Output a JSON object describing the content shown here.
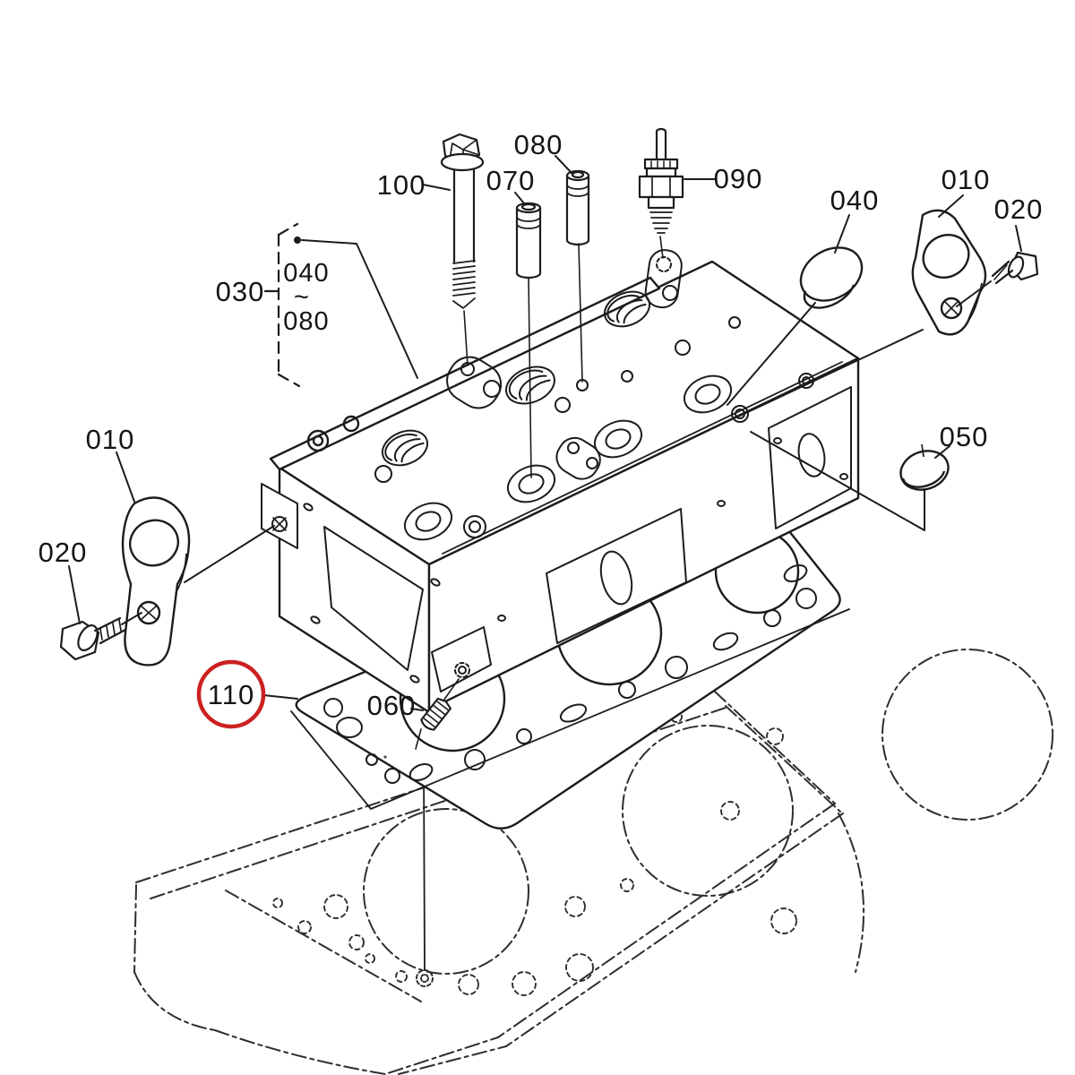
{
  "diagram": {
    "type": "exploded-parts-diagram",
    "subject": "cylinder head assembly",
    "background_color": "#ffffff",
    "line_color": "#1c1c1c",
    "phantom_line_color": "#2e2e2e",
    "highlight_color": "#cc2020",
    "highlighted_callout": "110",
    "callouts": {
      "c100": "100",
      "c070": "070",
      "c080": "080",
      "c090": "090",
      "c040_right": "040",
      "c010_right": "010",
      "c020_right": "020",
      "c030": "030",
      "c030_range_start": "040",
      "c030_range_tilde": "~",
      "c030_range_end": "080",
      "c010_left": "010",
      "c020_left": "020",
      "c050": "050",
      "c060": "060",
      "c110": "110"
    }
  }
}
